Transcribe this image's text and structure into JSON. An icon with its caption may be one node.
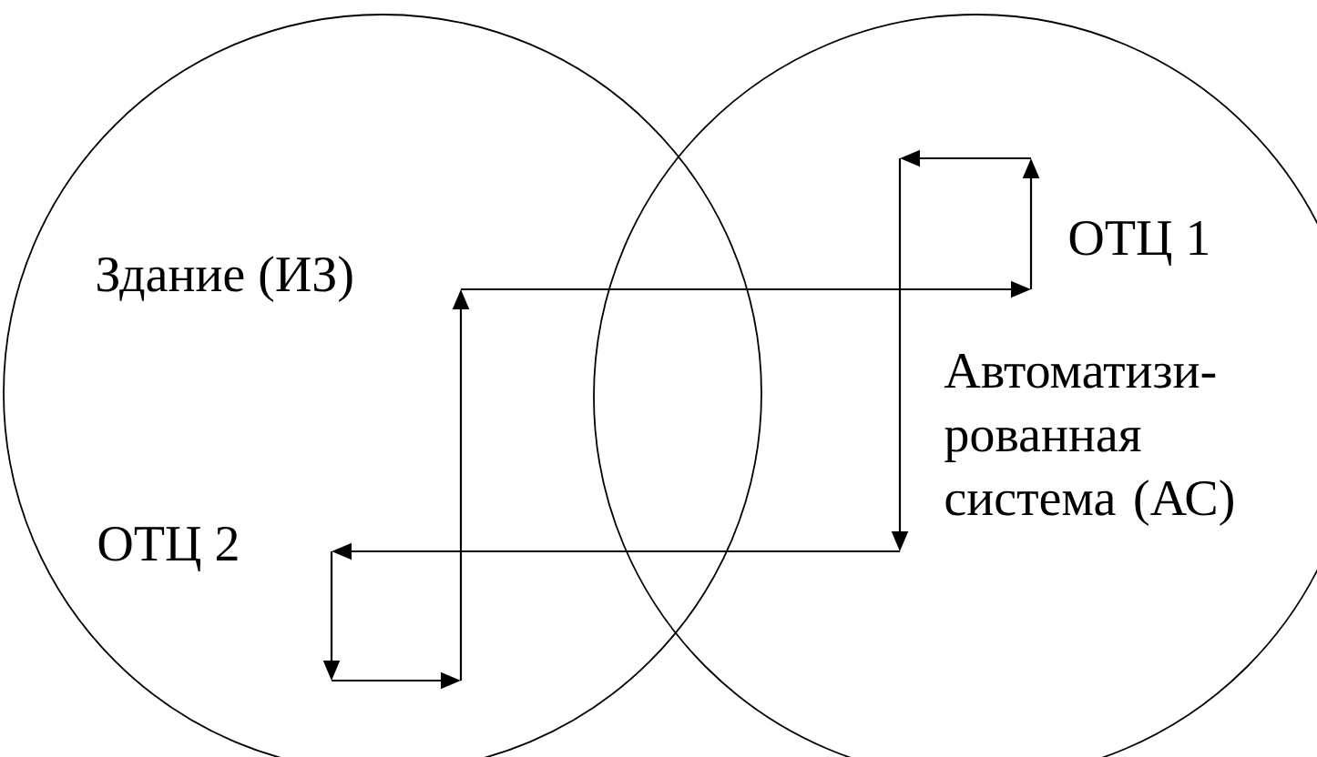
{
  "diagram": {
    "nodes": [
      {
        "text": [
          "Здание (ИЗ)",
          "ОТЦ 2"
        ]
      },
      {
        "text": [
          "ОТЦ 1",
          "Автоматизи- рованная система (АС)"
        ]
      }
    ],
    "edges": [
      {
        "from": 0,
        "to": 1,
        "arrow": "to"
      },
      {
        "from": 1,
        "to": 0,
        "arrow": "to"
      }
    ]
  }
}
